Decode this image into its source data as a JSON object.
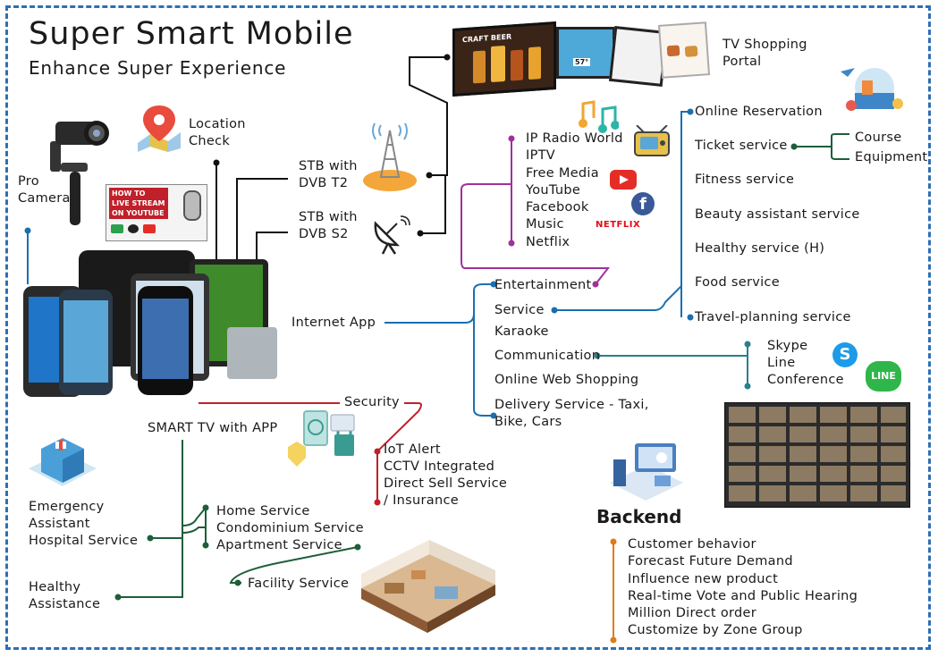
{
  "title": "Super Smart Mobile",
  "subtitle": "Enhance Super Experience",
  "labels": {
    "pro_camera": [
      "Pro",
      "Camera"
    ],
    "location_check": [
      "Location",
      "Check"
    ],
    "stb_t2": [
      "STB with",
      "DVB T2"
    ],
    "stb_s2": [
      "STB with",
      "DVB S2"
    ],
    "tv_shopping": [
      "TV Shopping",
      "Portal"
    ],
    "internet_app": "Internet App",
    "smart_tv": "SMART TV with APP",
    "security": "Security",
    "youtube_thumb": [
      "HOW TO",
      "LIVE STREAM",
      "ON YOUTUBE"
    ],
    "beer_sign": "CRAFT BEER",
    "temp_badge": "57°",
    "netflix_logo": "NETFLIX",
    "line_logo": "LINE",
    "facebook_logo": "f",
    "skype_logo": "S"
  },
  "media": [
    "IP Radio World",
    "IPTV",
    "Free Media",
    "YouTube",
    "Facebook",
    "Music",
    "Netflix"
  ],
  "internet_app_items": [
    "Entertainment",
    "Service",
    "Karaoke",
    "Communication",
    "Online Web Shopping",
    "Delivery Service - Taxi,",
    "Bike, Cars"
  ],
  "services": [
    "Online Reservation",
    "Ticket service",
    "Fitness service",
    "Beauty assistant service",
    "Healthy service (H)",
    "Food service",
    "Travel-planning service"
  ],
  "ticket_sub": [
    "Course",
    "Equipment"
  ],
  "communication": [
    "Skype",
    "Line",
    "Conference"
  ],
  "security_items": [
    "IoT Alert",
    "CCTV Integrated",
    "Direct Sell Service",
    "/ Insurance"
  ],
  "home_items": [
    "Home Service",
    "Condominium Service",
    "Apartment Service"
  ],
  "facility": "Facility Service",
  "emergency": [
    "Emergency",
    "Assistant",
    "Hospital Service"
  ],
  "healthy_assistance": [
    "Healthy",
    "Assistance"
  ],
  "backend": {
    "title": "Backend",
    "items": [
      "Customer behavior",
      "Forecast Future Demand",
      "Influence new product",
      "Real-time Vote and Public Hearing",
      "Million Direct order",
      "Customize by Zone Group"
    ]
  },
  "colors": {
    "frame": "#2f6fb3",
    "blue_line": "#1b6fb0",
    "purple_line": "#a0309a",
    "green_line": "#1e5e3a",
    "red_line": "#c0202a",
    "orange_line": "#e07b1a",
    "teal_line": "#2a7f8a"
  }
}
